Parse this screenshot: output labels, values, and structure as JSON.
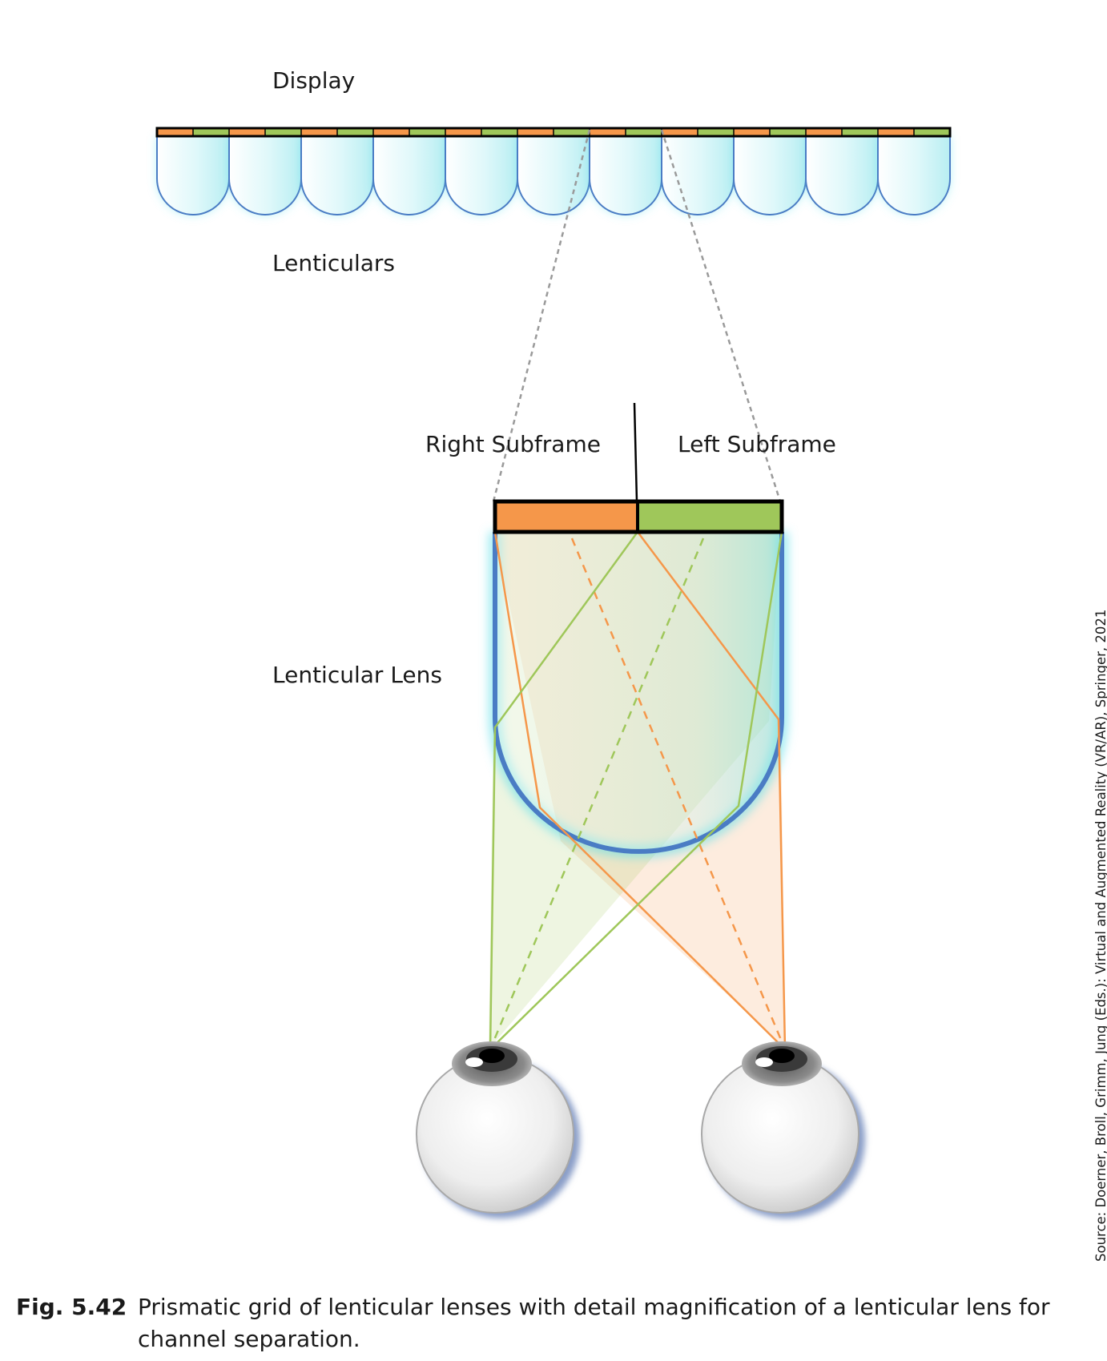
{
  "labels": {
    "display": "Display",
    "lenticulars": "Lenticulars",
    "right_subframe": "Right Subframe",
    "left_subframe": "Left Subframe",
    "lenticular_lens": "Lenticular Lens"
  },
  "caption": {
    "number": "Fig. 5.42",
    "text": "Prismatic grid of lenticular lenses with detail magnification of a lenticular lens for channel separation."
  },
  "source": "Source: Doerner, Broll, Grimm, Jung (Eds.): Virtual and Augmented Reality (VR/AR), Springer, 2021",
  "colors": {
    "orange": "#f5974a",
    "green": "#9fc75a",
    "lens_outline": "#4a7cc4",
    "lens_glow": "#5fe0ea"
  }
}
